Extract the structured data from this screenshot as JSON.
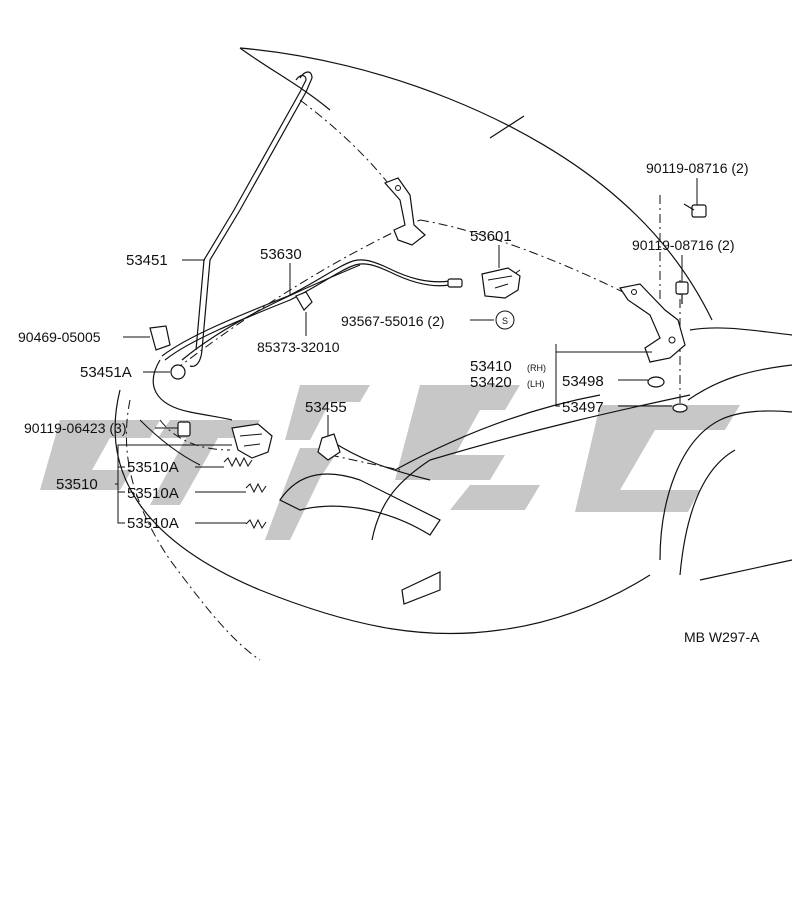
{
  "diagram": {
    "code": "MB W297-A",
    "watermark": "ムトヲC"
  },
  "labels": {
    "p53451": "53451",
    "p53630": "53630",
    "p53601": "53601",
    "p90119_08716_top": "90119-08716 (2)",
    "p90119_08716_mid": "90119-08716 (2)",
    "p90469": "90469-05005",
    "p93567": "93567-55016 (2)",
    "p85373": "85373-32010",
    "p53451A": "53451A",
    "p53410": "53410",
    "p53410_side": "(RH)",
    "p53420": "53420",
    "p53420_side": "(LH)",
    "p53498": "53498",
    "p53497": "53497",
    "p53455": "53455",
    "p90119_06423": "90119-06423  (3)",
    "p53510": "53510",
    "p53510A_1": "53510A",
    "p53510A_2": "53510A",
    "p53510A_3": "53510A",
    "s_mark": "S"
  }
}
